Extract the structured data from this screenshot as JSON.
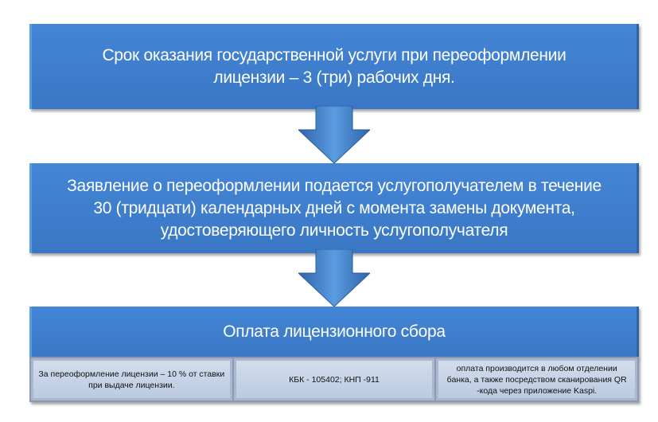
{
  "box1": "Срок оказания государственной услуги при переоформлении лицензии – 3 (три) рабочих дня.",
  "box2": "Заявление о переоформлении подается услугополучателем в течение 30 (тридцати) календарных дней с момента замены документа, удостоверяющего личность услугополучателя",
  "box3": {
    "title": "Оплата лицензионного сбора",
    "cells": [
      "За переоформление лицензии – 10 % от ставки при выдаче лицензии.",
      "КБК - 105402; КНП -911",
      "оплата производится в любом отделении банка, а также посредством сканирования  QR -кода  через приложение Kaspi."
    ]
  },
  "colors": {
    "box": "#3f7fcf",
    "cell": "#c8d4e8"
  }
}
